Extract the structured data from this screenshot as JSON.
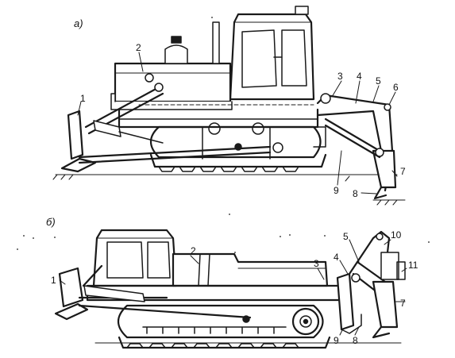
{
  "colors": {
    "ink": "#1a1a1a",
    "paper": "#ffffff"
  },
  "panels": [
    {
      "id": "a",
      "label": "а)",
      "callouts": [
        "1",
        "2",
        "3",
        "4",
        "5",
        "6",
        "7",
        "8",
        "9"
      ]
    },
    {
      "id": "b",
      "label": "б)",
      "callouts": [
        "1",
        "2",
        "3",
        "4",
        "5",
        "10",
        "11",
        "7",
        "9",
        "8"
      ]
    }
  ]
}
